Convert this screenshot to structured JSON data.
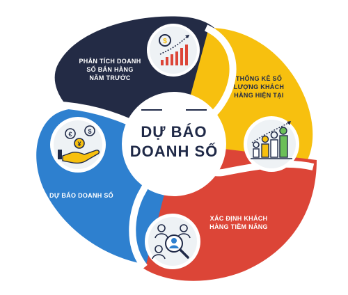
{
  "center": {
    "line1": "DỰ BÁO",
    "line2": "DOANH SỐ"
  },
  "segments": [
    {
      "id": "top",
      "color": "#232b45",
      "label_lines": [
        "PHÂN TÍCH DOANH",
        "SỐ BÁN HÀNG",
        "NĂM TRƯỚC"
      ],
      "icon": "money-growth-chart-icon"
    },
    {
      "id": "right",
      "color": "#f7c00f",
      "label_lines": [
        "THỐNG KÊ SỐ",
        "LƯỢNG KHÁCH",
        "HÀNG HIỆN TẠI"
      ],
      "icon": "people-statistics-icon"
    },
    {
      "id": "bottom",
      "color": "#dc4537",
      "label_lines": [
        "XÁC ĐỊNH KHÁCH",
        "HÀNG TIỀM NĂNG"
      ],
      "icon": "customer-search-icon"
    },
    {
      "id": "left",
      "color": "#2e80cf",
      "label_lines": [
        "DỰ BÁO DOANH SỐ"
      ],
      "icon": "hand-coins-icon"
    }
  ]
}
